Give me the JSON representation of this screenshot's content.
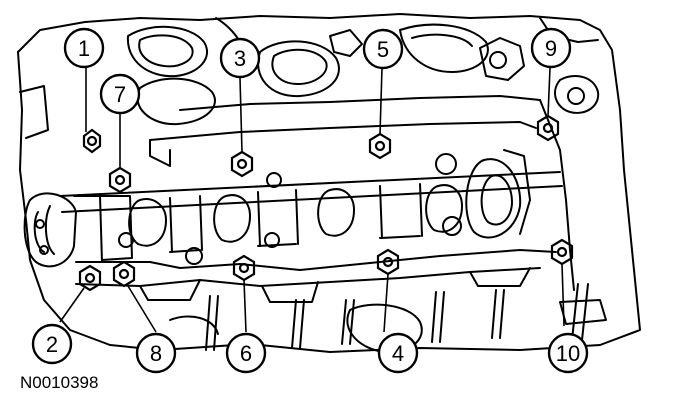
{
  "diagram": {
    "reference_code": "N0010398",
    "callouts": [
      "1",
      "2",
      "3",
      "4",
      "5",
      "6",
      "7",
      "8",
      "9",
      "10"
    ]
  }
}
